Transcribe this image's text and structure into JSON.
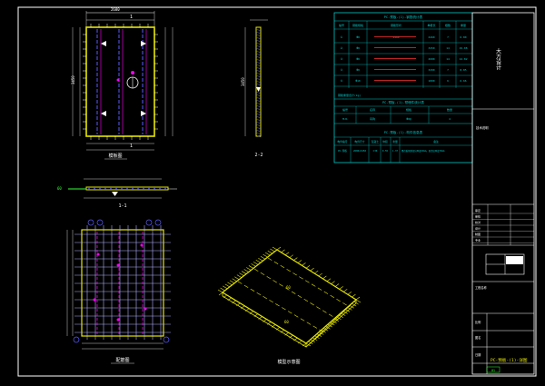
{
  "plan_view": {
    "caption": "模板图"
  },
  "side_view": {
    "caption": "2-2"
  },
  "section_view": {
    "caption": "1-1"
  },
  "rebar_view": {
    "caption": "配筋图"
  },
  "iso_view": {
    "caption": "模型示意图"
  },
  "rebar_table": {
    "title": "PC-预板-(1)-钢筋统计表",
    "headers": [
      "编号",
      "钢筋规格",
      "钢筋形状",
      "单根长",
      "根数",
      "重量"
    ],
    "rows": [
      [
        "①",
        "Φ8",
        "2460",
        "2460",
        "7",
        "6.80"
      ],
      [
        "②",
        "Φ8",
        "",
        "3450",
        "14",
        "19.08"
      ],
      [
        "③",
        "Φ8",
        "",
        "2680",
        "14",
        "14.82"
      ],
      [
        "④",
        "Φ8",
        "",
        "3200",
        "7",
        "8.85"
      ],
      [
        "⑤",
        "Φ10",
        "",
        "1800",
        "6",
        "6.66"
      ]
    ],
    "note": "钢筋重量合计(kg)"
  },
  "embed_table": {
    "title": "PC-预板-(1)-预埋件统计表",
    "headers": [
      "编号",
      "名称",
      "规格",
      "数量"
    ],
    "rows": [
      [
        "MJ1",
        "吊钩",
        "Φ8@",
        "4"
      ]
    ]
  },
  "component_table": {
    "title": "PC-预板-(1)-构件信息表",
    "headers": [
      "构件编号",
      "构件尺寸",
      "混凝土",
      "体积",
      "重量",
      "备注"
    ],
    "rows": [
      [
        "PC-预板",
        "2680×3450",
        "C30",
        "0.55",
        "1.37",
        "叠合板预制部分厚度60mm，现浇层厚度70mm"
      ]
    ]
  },
  "title_block": {
    "company": "大方设计",
    "label_tech": "技术说明",
    "roles": [
      "审定",
      "审核",
      "校对",
      "设计",
      "制图",
      "专业"
    ],
    "project_label": "工程名称",
    "scale_label": "比例",
    "drawing_label": "图名",
    "date_label": "日期",
    "drawing_name": "PC-预板-(1)-详图",
    "sheet_no": "01"
  },
  "colors": {
    "cyan": "#00c8c8",
    "yellow": "#e6e600",
    "magenta": "#ff00ff",
    "blue": "#5a5aff",
    "green": "#35ff35"
  }
}
